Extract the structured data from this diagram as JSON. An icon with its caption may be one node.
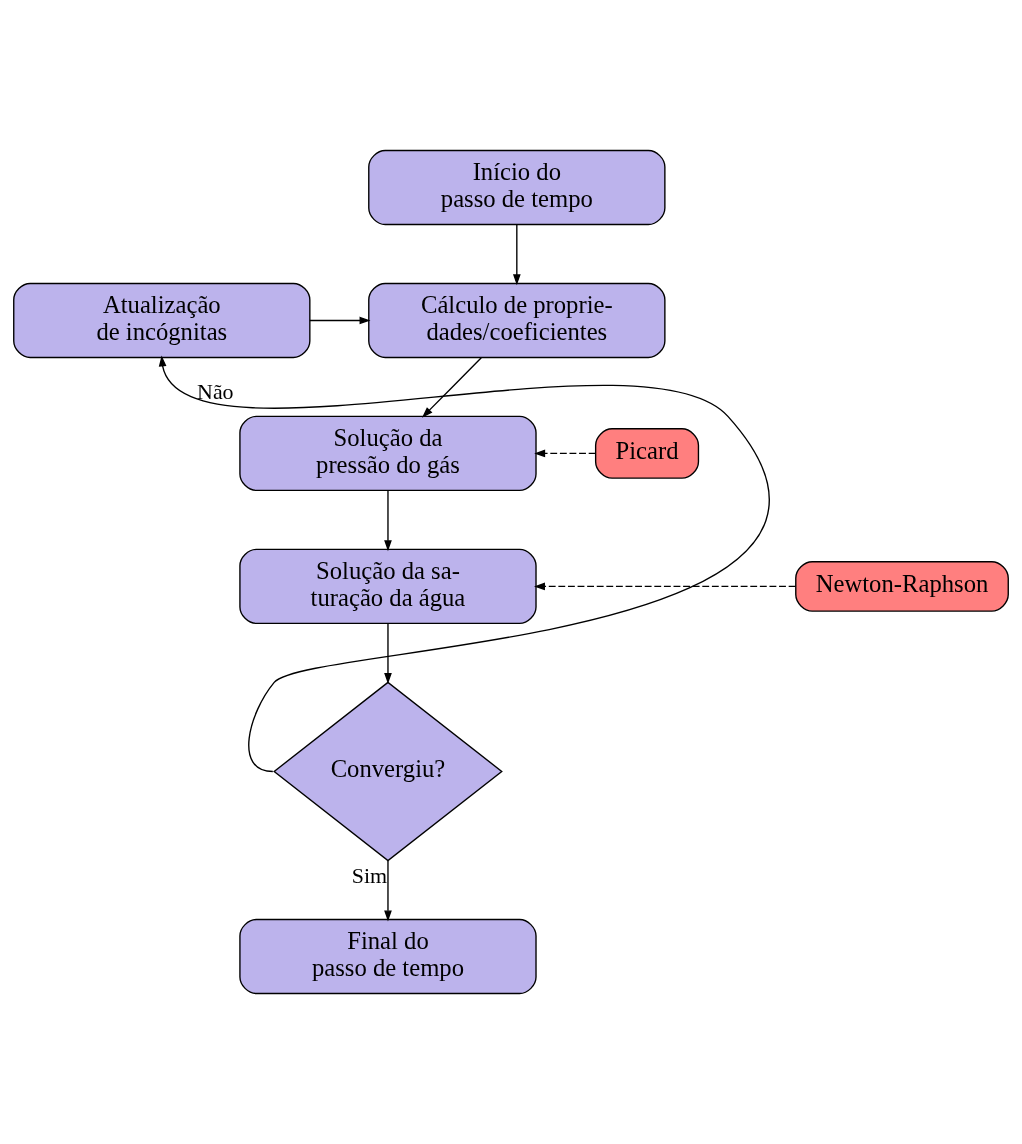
{
  "diagram": {
    "nodes": [
      {
        "text": [
          "Início do passo de tempo"
        ]
      },
      {
        "text": [
          "Atualização de incógnitas"
        ]
      },
      {
        "text": [
          "Cálculo de proprie- dades/coeficientes"
        ]
      },
      {
        "text": [
          "Solução da pressão do gás"
        ]
      },
      {
        "text": [
          "Picard"
        ]
      },
      {
        "text": [
          "Solução da sa- turação da água"
        ]
      },
      {
        "text": [
          "Newton-Raphson"
        ]
      },
      {
        "text": [
          "Convergiu?"
        ]
      },
      {
        "text": [
          "Final do passo de tempo"
        ]
      }
    ],
    "edges": [
      {
        "from": 0,
        "to": 2,
        "arrow": "to"
      },
      {
        "from": 1,
        "to": 2,
        "arrow": "to"
      },
      {
        "from": 2,
        "to": 3,
        "arrow": "to"
      },
      {
        "from": 4,
        "to": 3,
        "arrow": "to",
        "style": "dashed"
      },
      {
        "from": 3,
        "to": 5,
        "arrow": "to"
      },
      {
        "from": 6,
        "to": 5,
        "arrow": "to",
        "style": "dashed"
      },
      {
        "from": 5,
        "to": 7,
        "arrow": "to"
      },
      {
        "from": 7,
        "to": 1,
        "arrow": "to",
        "label": "Não"
      },
      {
        "from": 7,
        "to": 8,
        "arrow": "to",
        "label": "Sim"
      }
    ]
  }
}
